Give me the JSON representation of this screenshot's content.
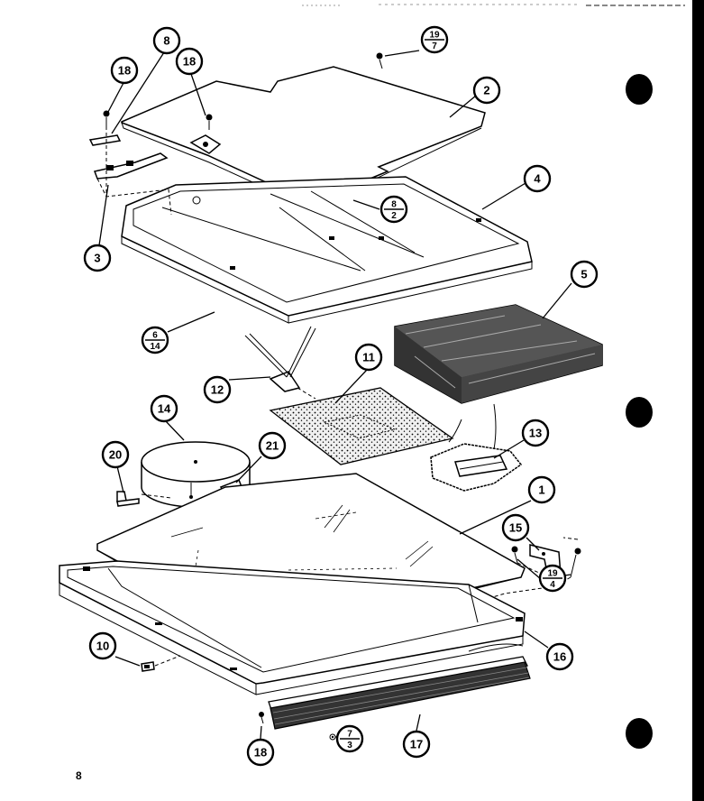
{
  "diagram": {
    "page_number": "8",
    "callouts": [
      {
        "id": "c2",
        "label": "2"
      },
      {
        "id": "c4",
        "label": "4"
      },
      {
        "id": "c8",
        "label": "8"
      },
      {
        "id": "c18a",
        "label": "18"
      },
      {
        "id": "c18b",
        "label": "18"
      },
      {
        "id": "c3",
        "label": "3"
      },
      {
        "id": "c5",
        "label": "5"
      },
      {
        "id": "c11",
        "label": "11"
      },
      {
        "id": "c12",
        "label": "12"
      },
      {
        "id": "c13",
        "label": "13"
      },
      {
        "id": "c14",
        "label": "14"
      },
      {
        "id": "c20",
        "label": "20"
      },
      {
        "id": "c21",
        "label": "21"
      },
      {
        "id": "c1",
        "label": "1"
      },
      {
        "id": "c15",
        "label": "15"
      },
      {
        "id": "c16",
        "label": "16"
      },
      {
        "id": "c10",
        "label": "10"
      },
      {
        "id": "c17",
        "label": "17"
      },
      {
        "id": "c18c",
        "label": "18"
      }
    ],
    "fraction_callouts": [
      {
        "id": "f19-7",
        "top": "19",
        "bottom": "7"
      },
      {
        "id": "f8-2",
        "top": "8",
        "bottom": "2"
      },
      {
        "id": "f6-14",
        "top": "6",
        "bottom": "14"
      },
      {
        "id": "f19-4",
        "top": "19",
        "bottom": "4"
      },
      {
        "id": "f7-3",
        "top": "7",
        "bottom": "3"
      }
    ]
  }
}
